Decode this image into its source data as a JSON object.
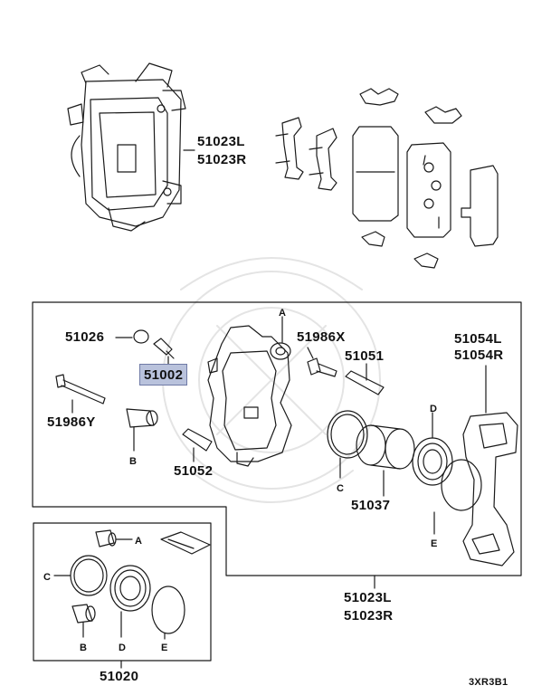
{
  "labels": {
    "caliper_assembly_l": "51023L",
    "caliper_assembly_r": "51023R",
    "bushing": "51026",
    "bleeder": "51002",
    "pin_bolt_left": "51986Y",
    "pin_bolt_right": "51986X",
    "sleeve_upper": "51051",
    "sleeve_lower": "51052",
    "mounting_l": "51054L",
    "mounting_r": "51054R",
    "piston": "51037",
    "bottom_assembly_l": "51023L",
    "bottom_assembly_r": "51023R",
    "kit": "51020",
    "letter_a_top": "A",
    "letter_b_left": "B",
    "letter_c_mid": "C",
    "letter_d_mid": "D",
    "letter_e_mid": "E",
    "letter_a_kit": "A",
    "letter_c_kit": "C",
    "letter_b_kit": "B",
    "letter_d_kit": "D",
    "letter_e_kit": "E",
    "diagram_code": "3XR3B1"
  },
  "highlighted_part": "51002",
  "colors": {
    "line": "#1a1a1a",
    "highlight": "#b9c2dc",
    "highlight_border": "#6f7aa6",
    "watermark": "#e4e4e4"
  }
}
